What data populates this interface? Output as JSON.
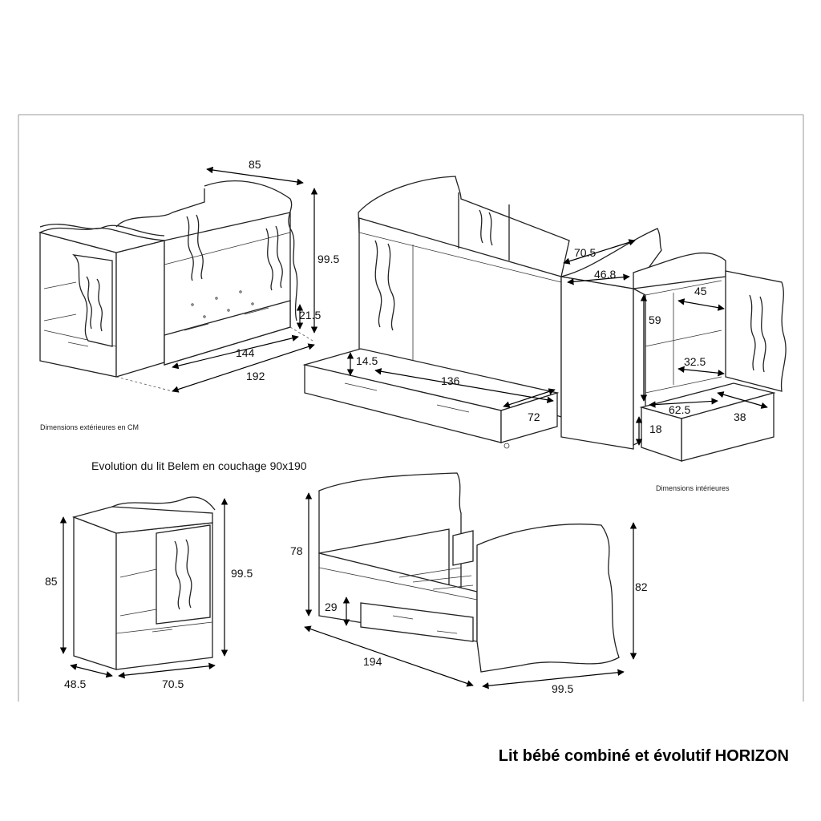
{
  "notes": {
    "exterior": "Dimensions extérieures en CM",
    "interior": "Dimensions intérieures"
  },
  "subtitle": "Evolution du lit Belem en couchage 90x190",
  "product_title": "Lit bébé combiné et évolutif HORIZON",
  "dimensions": {
    "crib_width": "85",
    "crib_height": "99.5",
    "drawer_height": "21.5",
    "inner_length": "144",
    "total_length": "192",
    "drawer_inner_height": "14.5",
    "drawer_inner_length": "136",
    "drawer_inner_depth": "72",
    "dresser_top_width": "70.5",
    "dresser_top_depth": "46.8",
    "shelf_width": "45",
    "shelf_height": "59",
    "shelf_depth": "32.5",
    "bottom_drawer_width": "62.5",
    "bottom_drawer_depth": "38",
    "bottom_drawer_height": "18",
    "dresser_height": "85",
    "dresser_total_height": "99.5",
    "dresser_depth": "48.5",
    "dresser_width": "70.5",
    "bed_head_height": "78",
    "bed_drawer_height": "29",
    "bed_length": "194",
    "bed_foot_height": "82",
    "bed_width": "99.5"
  }
}
